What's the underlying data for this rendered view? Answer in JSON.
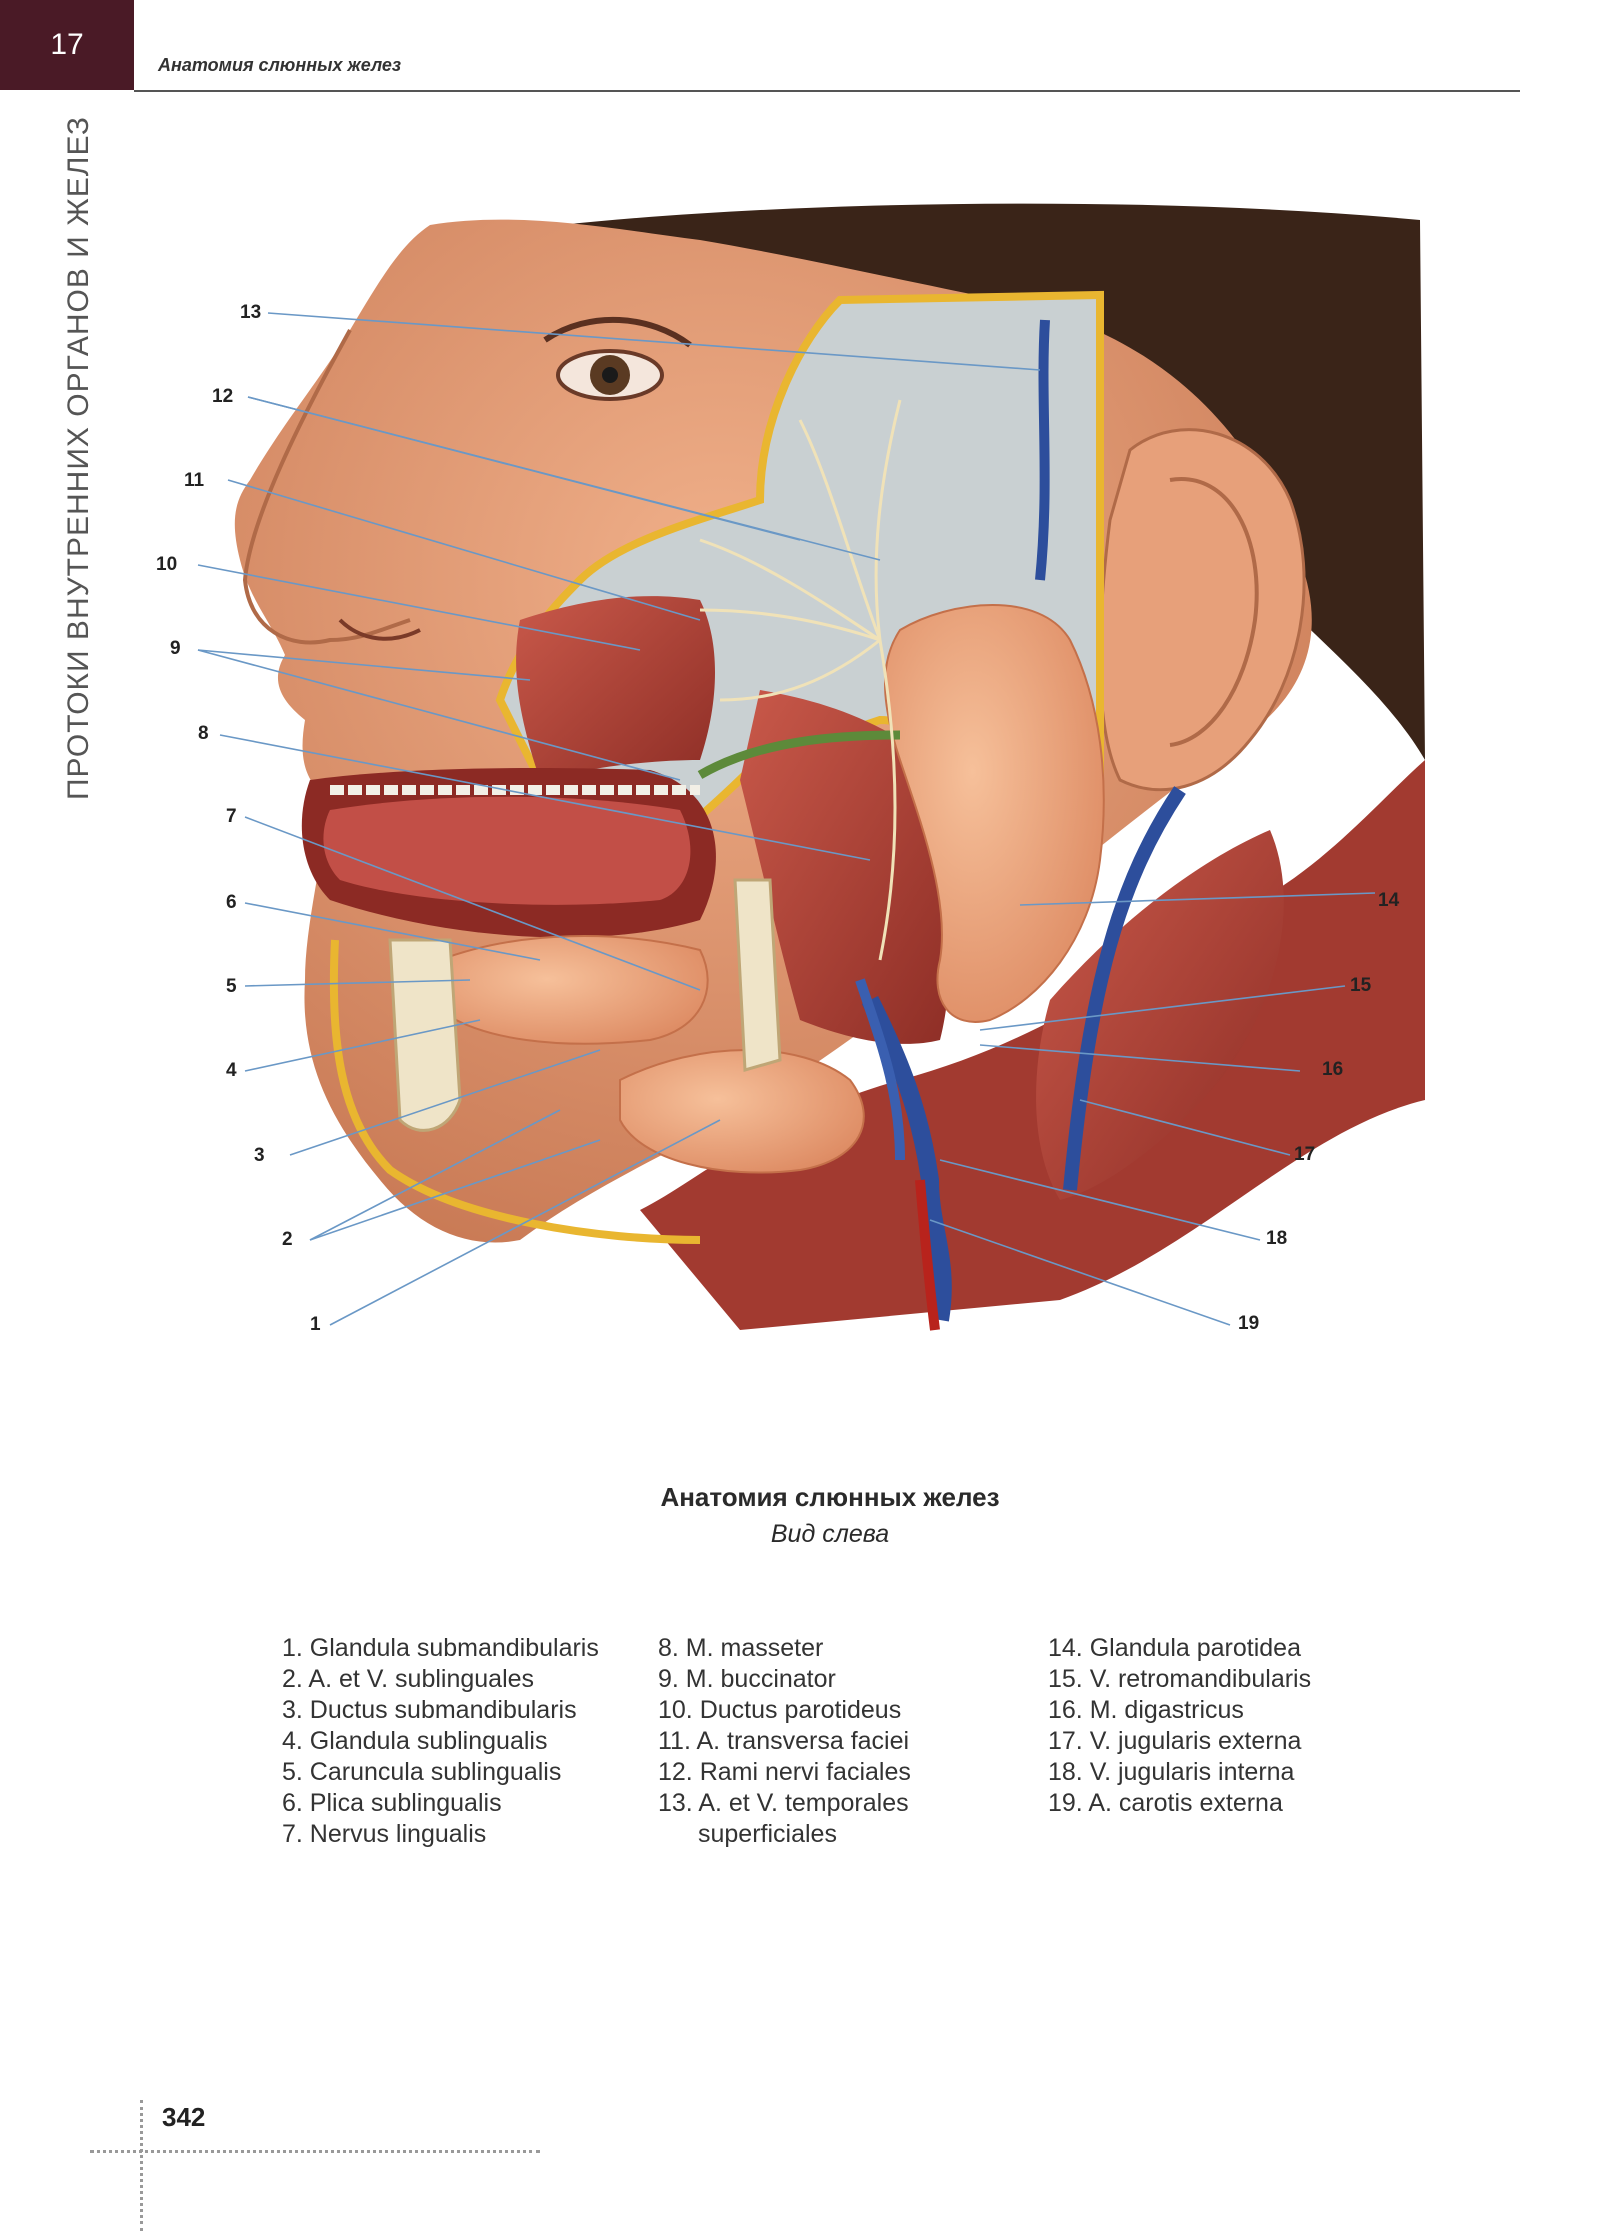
{
  "header": {
    "chapter_number": "17",
    "running_title": "Анатомия слюнных желез"
  },
  "section_label": "ПРОТОКИ ВНУТРЕННИХ ОРГАНОВ И ЖЕЛЕЗ",
  "figure": {
    "callouts_left": [
      "13",
      "12",
      "11",
      "10",
      "9",
      "8",
      "7",
      "6",
      "5",
      "4",
      "3",
      "2",
      "1"
    ],
    "callouts_right": [
      "14",
      "15",
      "16",
      "17",
      "18",
      "19"
    ],
    "colors": {
      "skin": "#d98e6a",
      "muscle": "#b5443a",
      "gland": "#eba37a",
      "fascia": "#cfd6d8",
      "vein": "#2d4e9c",
      "nerve": "#f0e2b8",
      "border_yellow": "#e9b630",
      "hair": "#3a2418"
    }
  },
  "caption": {
    "title": "Анатомия слюнных желез",
    "subtitle": "Вид слева"
  },
  "legend": {
    "col1": [
      "1. Glandula submandibularis",
      "2. A. et V. sublinguales",
      "3. Ductus submandibularis",
      "4. Glandula sublingualis",
      "5. Caruncula sublingualis",
      "6. Plica sublingualis",
      "7. Nervus lingualis"
    ],
    "col2": [
      "8. M. masseter",
      "9. M. buccinator",
      "10. Ductus parotideus",
      "11. A. transversa faciei",
      "12. Rami nervi faciales",
      "13. A. et V. temporales",
      "superficiales"
    ],
    "col3": [
      "14. Glandula parotidea",
      "15. V. retromandibularis",
      "16. M. digastricus",
      "17. V. jugularis externa",
      "18. V. jugularis interna",
      "19. A. carotis externa"
    ]
  },
  "footer": {
    "page_number": "342"
  }
}
